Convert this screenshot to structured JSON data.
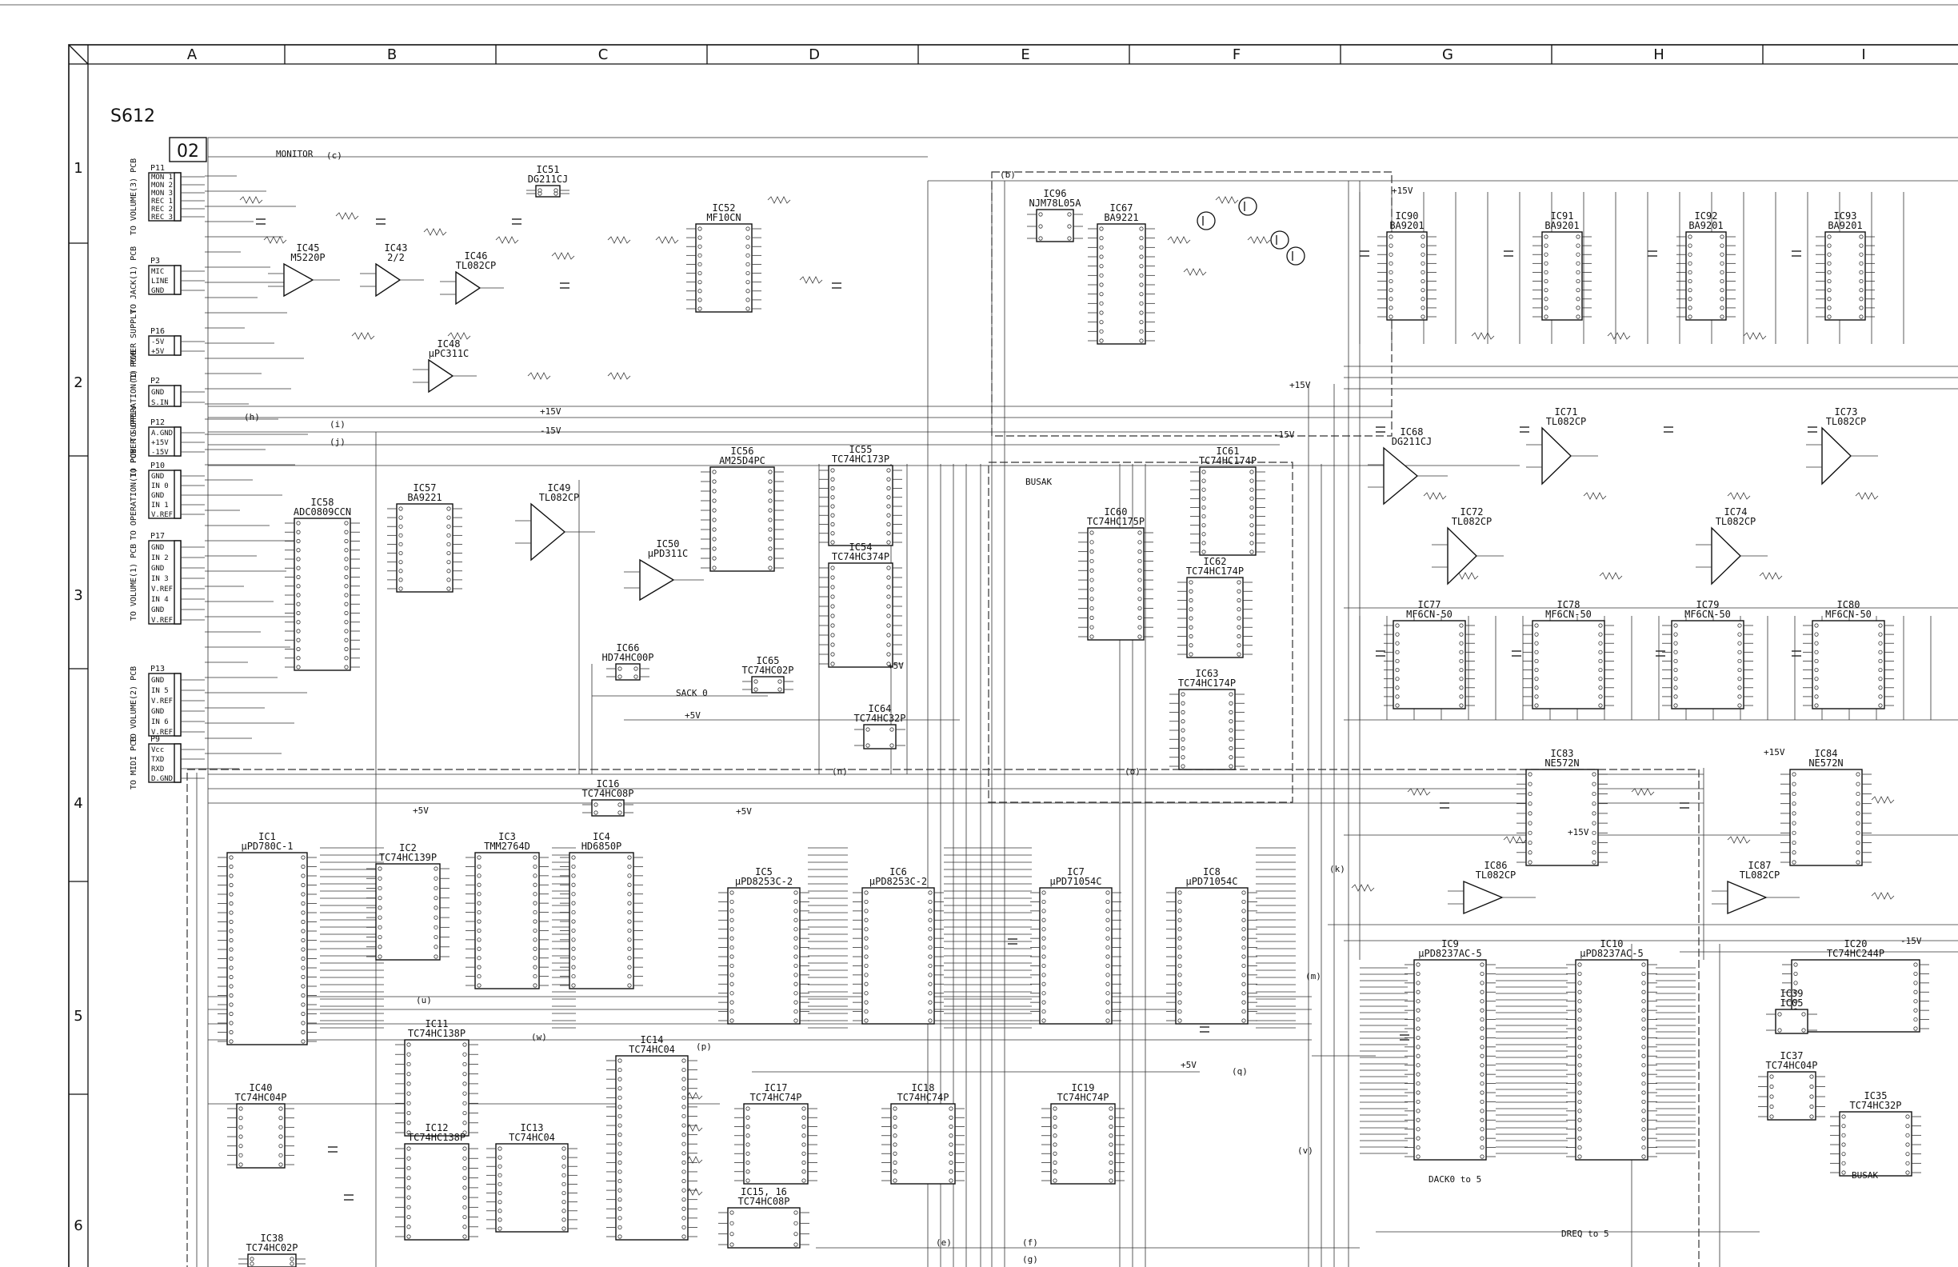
{
  "sheet": {
    "model": "S612",
    "section": "02",
    "columns": [
      "A",
      "B",
      "C",
      "D",
      "E",
      "F",
      "G",
      "H",
      "I"
    ],
    "rows": [
      "1",
      "2",
      "3",
      "4",
      "5",
      "6"
    ]
  },
  "connectors": [
    {
      "name": "P11",
      "pins": [
        "MON 1",
        "MON 2",
        "MON 3",
        "REC 1",
        "REC 2",
        "REC 3"
      ],
      "side": "TO VOLUME(3) PCB"
    },
    {
      "name": "P3",
      "pins": [
        "MIC",
        "LINE",
        "GND"
      ],
      "side": "TO JACK(1) PCB"
    },
    {
      "name": "P16",
      "pins": [
        "-5V",
        "+5V"
      ],
      "side": "TO POWER SUPPLY"
    },
    {
      "name": "P2",
      "pins": [
        "GND",
        "S.IN"
      ],
      "side": "TO OPERATION(1) PCB"
    },
    {
      "name": "P12",
      "pins": [
        "A.GND",
        "+15V",
        "-15V"
      ],
      "side": "TO POWER SUPPLY"
    },
    {
      "name": "P10",
      "pins": [
        "GND",
        "IN 0",
        "GND",
        "IN 1",
        "V.REF"
      ],
      "side": "TO OPERATION(1) PCB"
    },
    {
      "name": "P17",
      "pins": [
        "GND",
        "IN 2",
        "GND",
        "IN 3",
        "V.REF",
        "IN 4",
        "GND",
        "V.REF"
      ],
      "side": "TO VOLUME(1) PCB"
    },
    {
      "name": "P13",
      "pins": [
        "GND",
        "IN 5",
        "V.REF",
        "GND",
        "IN 6",
        "V.REF"
      ],
      "side": "TO VOLUME(2) PCB"
    },
    {
      "name": "P9",
      "pins": [
        "Vcc",
        "TXD",
        "RXD",
        "D.GND"
      ],
      "side": "TO MIDI PCB"
    }
  ],
  "ics": [
    {
      "name": "IC51",
      "part": "DG211CJ"
    },
    {
      "name": "IC52",
      "part": "MF10CN"
    },
    {
      "name": "IC45",
      "part": "M5220P"
    },
    {
      "name": "IC43",
      "part": "2/2"
    },
    {
      "name": "IC46",
      "part": "TL082CP"
    },
    {
      "name": "IC48",
      "part": "µPC311C"
    },
    {
      "name": "IC96",
      "part": "NJM78L05A"
    },
    {
      "name": "IC67",
      "part": "BA9221"
    },
    {
      "name": "IC90",
      "part": "BA9201"
    },
    {
      "name": "IC91",
      "part": "BA9201"
    },
    {
      "name": "IC92",
      "part": "BA9201"
    },
    {
      "name": "IC93",
      "part": "BA9201"
    },
    {
      "name": "IC58",
      "part": "ADC0809CCN"
    },
    {
      "name": "IC57",
      "part": "BA9221"
    },
    {
      "name": "IC49",
      "part": "TL082CP"
    },
    {
      "name": "IC50",
      "part": "µPD311C"
    },
    {
      "name": "IC55",
      "part": "TC74HC173P"
    },
    {
      "name": "IC54",
      "part": "TC74HC374P"
    },
    {
      "name": "IC56",
      "part": "AM25D4PC"
    },
    {
      "name": "IC61",
      "part": "TC74HC174P"
    },
    {
      "name": "IC60",
      "part": "TC74HC175P"
    },
    {
      "name": "IC62",
      "part": "TC74HC174P"
    },
    {
      "name": "IC63",
      "part": "TC74HC174P"
    },
    {
      "name": "IC66",
      "part": "HD74HC00P"
    },
    {
      "name": "IC65",
      "part": "TC74HC02P"
    },
    {
      "name": "IC64",
      "part": "TC74HC32P"
    },
    {
      "name": "IC68",
      "part": "DG211CJ"
    },
    {
      "name": "IC71",
      "part": "TL082CP"
    },
    {
      "name": "IC72",
      "part": "TL082CP"
    },
    {
      "name": "IC73",
      "part": "TL082CP"
    },
    {
      "name": "IC74",
      "part": "TL082CP"
    },
    {
      "name": "IC77",
      "part": "MF6CN-50"
    },
    {
      "name": "IC78",
      "part": "MF6CN-50"
    },
    {
      "name": "IC79",
      "part": "MF6CN-50"
    },
    {
      "name": "IC80",
      "part": "MF6CN-50"
    },
    {
      "name": "IC83",
      "part": "NE572N"
    },
    {
      "name": "IC84",
      "part": "NE572N"
    },
    {
      "name": "IC86",
      "part": "TL082CP"
    },
    {
      "name": "IC87",
      "part": "TL082CP"
    },
    {
      "name": "IC16",
      "part": "TC74HC08P"
    },
    {
      "name": "IC1",
      "part": "µPD780C-1"
    },
    {
      "name": "IC2",
      "part": "TC74HC139P"
    },
    {
      "name": "IC3",
      "part": "TMM2764D"
    },
    {
      "name": "IC4",
      "part": "HD6850P"
    },
    {
      "name": "IC5",
      "part": "µPD8253C-2"
    },
    {
      "name": "IC6",
      "part": "µPD8253C-2"
    },
    {
      "name": "IC7",
      "part": "µPD71054C"
    },
    {
      "name": "IC8",
      "part": "µPD71054C"
    },
    {
      "name": "IC9",
      "part": "µPD8237AC-5"
    },
    {
      "name": "IC10",
      "part": "µPD8237AC-5"
    },
    {
      "name": "IC20",
      "part": "TC74HC244P"
    },
    {
      "name": "IC11",
      "part": "TC74HC138P"
    },
    {
      "name": "IC12",
      "part": "TC74HC138P"
    },
    {
      "name": "IC13",
      "part": "TC74HC04"
    },
    {
      "name": "IC14",
      "part": "TC74HC04"
    },
    {
      "name": "IC17",
      "part": "TC74HC74P"
    },
    {
      "name": "IC18",
      "part": "TC74HC74P"
    },
    {
      "name": "IC19",
      "part": "TC74HC74P"
    },
    {
      "name": "IC15, 16",
      "part": "TC74HC08P"
    },
    {
      "name": "IC40",
      "part": "TC74HC04P"
    },
    {
      "name": "IC38",
      "part": "TC74HC02P"
    },
    {
      "name": "IC37",
      "part": "TC74HC04P"
    },
    {
      "name": "IC35",
      "part": "TC74HC32P"
    },
    {
      "name": "IC39",
      "part": "IC05"
    }
  ],
  "labels": {
    "monitor": "MONITOR",
    "p15v": "+15V",
    "m15v": "-15V",
    "p5v": "+5V",
    "m5v": "-5V",
    "sack": "SACK 0",
    "dack": "DACK0 to 5",
    "busak": "BUSAK",
    "dreq": "DREQ to 5",
    "tags": [
      "(c)",
      "(h)",
      "(i)",
      "(j)",
      "(k)",
      "(b)",
      "(u)",
      "(w)",
      "(p)",
      "(q)",
      "(v)",
      "(e)",
      "(f)",
      "(g)",
      "(m)",
      "(n)",
      "(o)"
    ]
  }
}
